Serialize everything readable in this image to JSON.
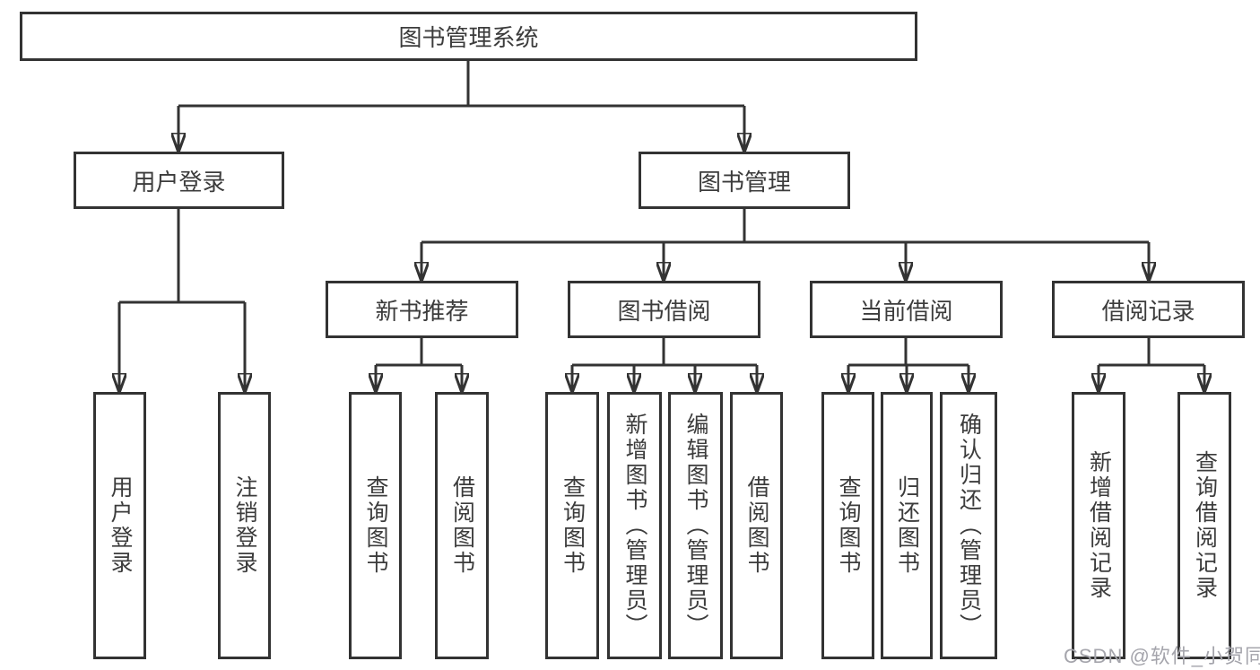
{
  "diagram_title": "图书管理系统",
  "tree": {
    "root": {
      "label": "图书管理系统"
    },
    "branches": [
      {
        "label": "用户登录",
        "children": [
          {
            "label": "用户登录"
          },
          {
            "label": "注销登录"
          }
        ]
      },
      {
        "label": "图书管理",
        "children": [
          {
            "label": "新书推荐",
            "children": [
              {
                "label": "查询图书"
              },
              {
                "label": "借阅图书"
              }
            ]
          },
          {
            "label": "图书借阅",
            "children": [
              {
                "label": "查询图书"
              },
              {
                "label": "新增图书（管理员）"
              },
              {
                "label": "编辑图书（管理员）"
              },
              {
                "label": "借阅图书"
              }
            ]
          },
          {
            "label": "当前借阅",
            "children": [
              {
                "label": "查询图书"
              },
              {
                "label": "归还图书"
              },
              {
                "label": "确认归还（管理员）"
              }
            ]
          },
          {
            "label": "借阅记录",
            "children": [
              {
                "label": "新增借阅记录"
              },
              {
                "label": "查询借阅记录"
              }
            ]
          }
        ]
      }
    ]
  },
  "watermark": {
    "text": "CSDN @软件_小贺同学"
  },
  "colors": {
    "line": "#333333",
    "text": "#3c3c3c",
    "box_background": "#ffffff",
    "watermark": "#a5a5ac",
    "page_background": "#ffffff"
  }
}
